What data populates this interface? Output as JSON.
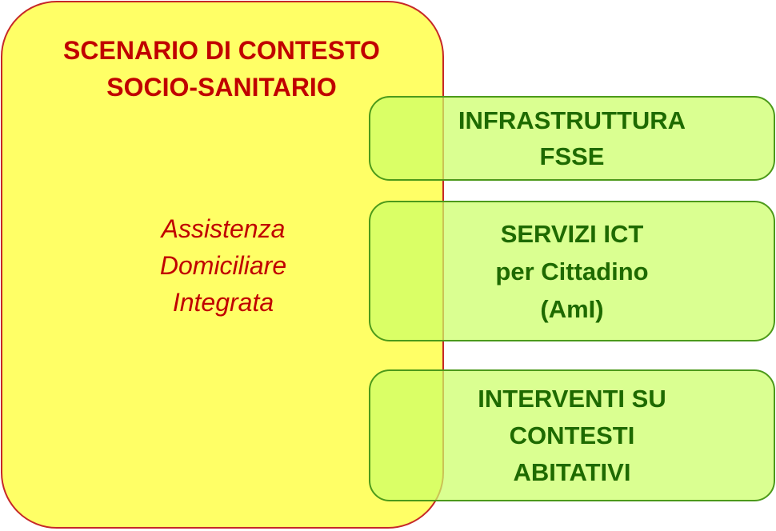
{
  "scenario": {
    "title_lines": [
      "SCENARIO DI CONTESTO",
      "SOCIO-SANITARIO"
    ],
    "subtitle_lines": [
      "Assistenza",
      "Domiciliare",
      "Integrata"
    ]
  },
  "boxes": [
    {
      "lines": [
        "INFRASTRUTTURA",
        "FSSE"
      ]
    },
    {
      "lines": [
        "SERVIZI ICT",
        "per Cittadino",
        "(AmI)"
      ]
    },
    {
      "lines": [
        "INTERVENTI SU",
        "CONTESTI",
        "ABITATIVI"
      ]
    }
  ],
  "colors": {
    "scenario_fill": "#ffff66",
    "scenario_border": "#c62828",
    "scenario_text": "#c00000",
    "box_fill": "#ccff66",
    "box_border": "#4c9a1a",
    "box_text": "#1e6a00"
  }
}
